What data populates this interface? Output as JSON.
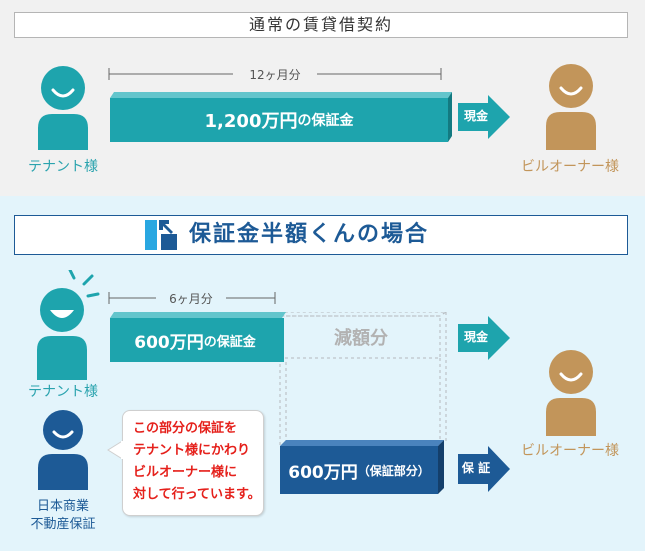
{
  "normal_contract": {
    "title": "通常の賃貸借契約",
    "duration": "12ヶ月分",
    "deposit_main": "1,200万円",
    "deposit_suffix": "の保証金",
    "arrow_label": "現金",
    "tenant_label": "テナント様",
    "owner_label": "ビルオーナー様"
  },
  "hangaku": {
    "title": "保証金半額くんの場合",
    "duration": "6ヶ月分",
    "deposit_main": "600万円",
    "deposit_suffix": "の保証金",
    "reduced_label": "減額分",
    "arrow_cash_label": "現金",
    "guarantee_main": "600万円",
    "guarantee_suffix": "（保証部分）",
    "arrow_guarantee_label": "保 証",
    "tenant_label": "テナント様",
    "owner_label": "ビルオーナー様",
    "guarantor_label_line1": "日本商業",
    "guarantor_label_line2": "不動産保証",
    "bubble_lines": [
      "この部分の保証を",
      "テナント様にかわり",
      "ビルオーナー様に",
      "対して行っています。"
    ]
  },
  "colors": {
    "tenant_teal": "#1ea4ad",
    "owner_tan": "#c2955a",
    "guarantor_navy": "#1d5a96",
    "bubble_red": "#e5201b"
  }
}
